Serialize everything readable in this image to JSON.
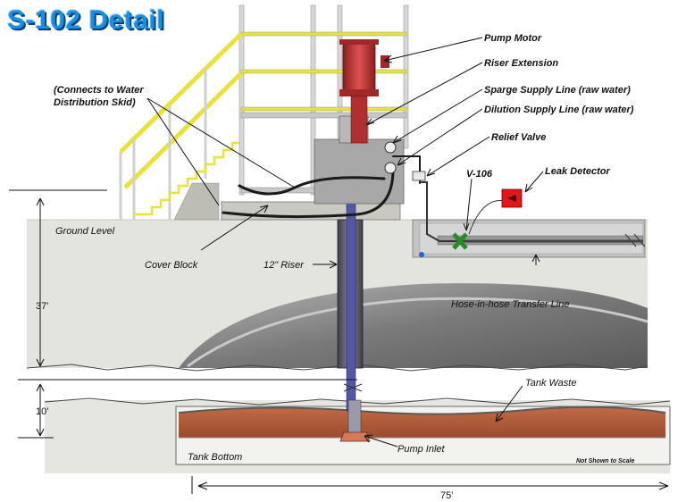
{
  "title": "S-102 Detail",
  "labels": {
    "connects": "(Connects to Water",
    "connects2": "Distribution Skid)",
    "pump_motor": "Pump Motor",
    "riser_extension": "Riser Extension",
    "sparge_supply": "Sparge Supply Line (raw water)",
    "dilution_supply": "Dilution Supply Line (raw water)",
    "relief_valve": "Relief Valve",
    "v106": "V-106",
    "leak_detector": "Leak Detector",
    "ground_level": "Ground Level",
    "cover_block": "Cover Block",
    "riser_12": "12\" Riser",
    "hose_in_hose": "Hose-in-hose Transfer Line",
    "tank_waste": "Tank Waste",
    "pump_inlet": "Pump Inlet",
    "tank_bottom": "Tank Bottom",
    "not_to_scale": "Not Shown to Scale"
  },
  "dimensions": {
    "depth": "37'",
    "waste_depth": "10'",
    "width": "75'"
  },
  "colors": {
    "title": "#1a8fe0",
    "soil": "#e2e2dc",
    "dome": "#8a8a8a",
    "waste": "#b5623f",
    "railing": "#e8e23c",
    "motor": "#c83b3b",
    "leak_detector": "#e01818",
    "valve": "#3cc43c"
  }
}
